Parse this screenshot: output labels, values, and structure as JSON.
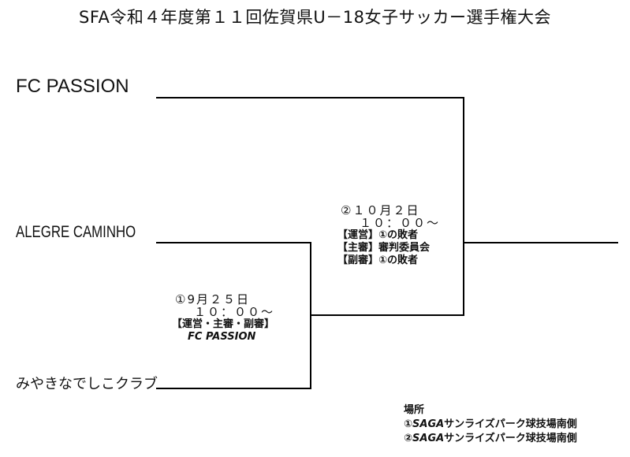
{
  "title": "SFA令和４年度第１１回佐賀県U－18女子サッカー選手権大会",
  "teams": [
    "FC PASSION",
    "ALEGRE CAMINHO",
    "みやきなでしこクラブ"
  ],
  "match1": {
    "date": "①9月２５日",
    "time": "１０：００～",
    "officials": "【運営・主審・副審】",
    "officials_team": "FC PASSION"
  },
  "match2": {
    "date": "②１０月２日",
    "time": "１０：００～",
    "operation": "【運営】①の敗者",
    "referee": "【主審】審判委員会",
    "assistant": "【副審】①の敗者"
  },
  "venue": {
    "label": "場所",
    "entries": [
      {
        "prefix": "①",
        "name_italic": "SAGA",
        "name_rest": "サンライズパーク球技場南側"
      },
      {
        "prefix": "②",
        "name_italic": "SAGA",
        "name_rest": "サンライズパーク球技場南側"
      }
    ]
  }
}
